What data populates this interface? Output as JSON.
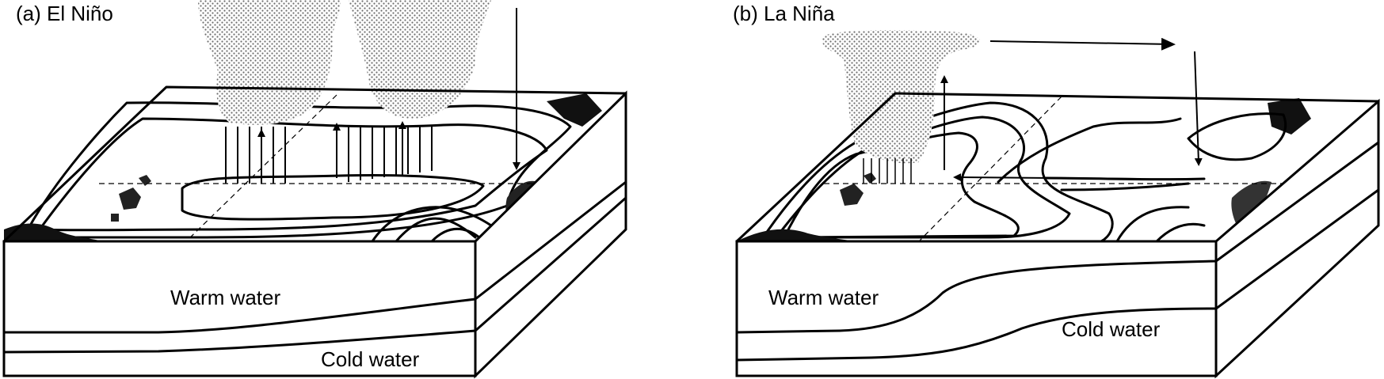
{
  "panels": [
    {
      "id": "el-nino",
      "title": "(a) El Niño",
      "labels": {
        "warm": "Warm water",
        "cold": "Cold water"
      }
    },
    {
      "id": "la-nina",
      "title": "(b) La Niña",
      "labels": {
        "warm": "Warm water",
        "cold": "Cold water"
      }
    }
  ],
  "colors": {
    "land": "#111111",
    "zone_dark": "#555555",
    "zone_mid": "#8c8c8c",
    "zone_light": "#c8c8c8",
    "water_face": "#ffffff",
    "cloud_dots": "#777777"
  }
}
